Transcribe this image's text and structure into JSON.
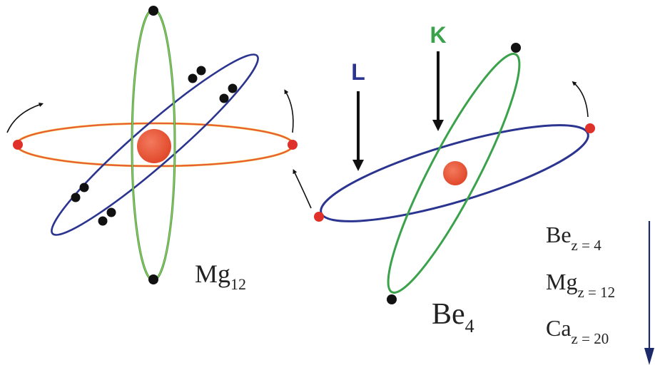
{
  "atoms": {
    "magnesium": {
      "symbol": "Mg",
      "number": "12"
    },
    "beryllium": {
      "symbol": "Be",
      "number": "4"
    }
  },
  "shells": {
    "k_label": "K",
    "l_label": "L"
  },
  "element_list": [
    {
      "symbol": "Be",
      "z_label": "z = 4"
    },
    {
      "symbol": "Mg",
      "z_label": "z = 12"
    },
    {
      "symbol": "Ca",
      "z_label": "z = 20"
    }
  ],
  "colors": {
    "k_shell": "#3aa24a",
    "l_shell": "#2b3590",
    "m_shell": "#e8553a",
    "nucleus": "#e8553a",
    "electron": "#111111",
    "valence_electron": "#e0302a",
    "arrow": "#111111"
  }
}
